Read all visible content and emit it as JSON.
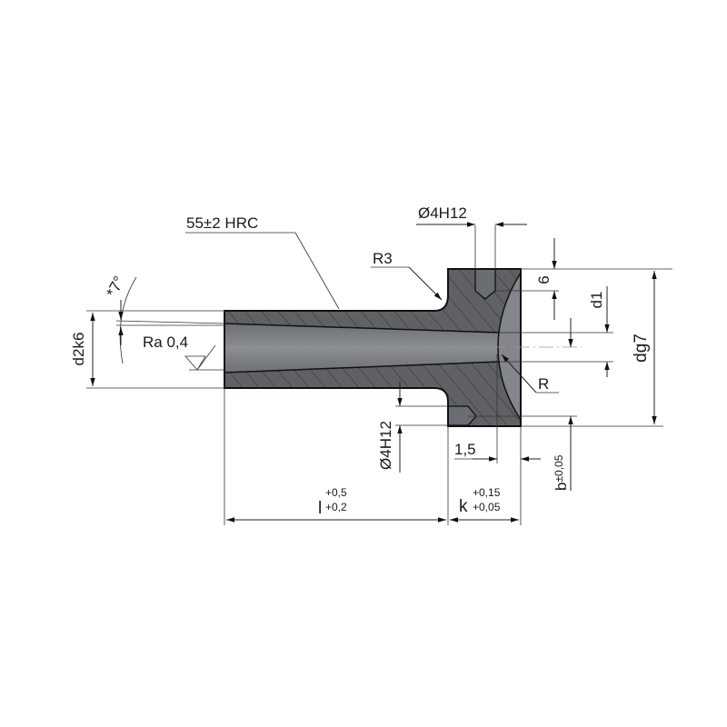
{
  "drawing": {
    "hardness_note": "55±2 HRC",
    "fillet_radius": "R3",
    "hole_top": "Ø4H12",
    "hole_bottom": "Ø4H12",
    "dim_6": "6",
    "dim_d1": "d1",
    "dim_dg7": "dg7",
    "dim_R": "R",
    "dim_b": "b",
    "dim_b_tol": "±0,05",
    "dim_1_5": "1,5",
    "dim_l": "l",
    "dim_l_tol_upper": "+0,5",
    "dim_l_tol_lower": "+0,2",
    "dim_k": "k",
    "dim_k_tol_upper": "+0,15",
    "dim_k_tol_lower": "+0,05",
    "dim_d2k6": "d2k6",
    "angle": "*7°",
    "roughness": "Ra 0,4"
  },
  "colors": {
    "body": "#5f6165",
    "cavity": "#7c7f84",
    "line": "#222222"
  }
}
